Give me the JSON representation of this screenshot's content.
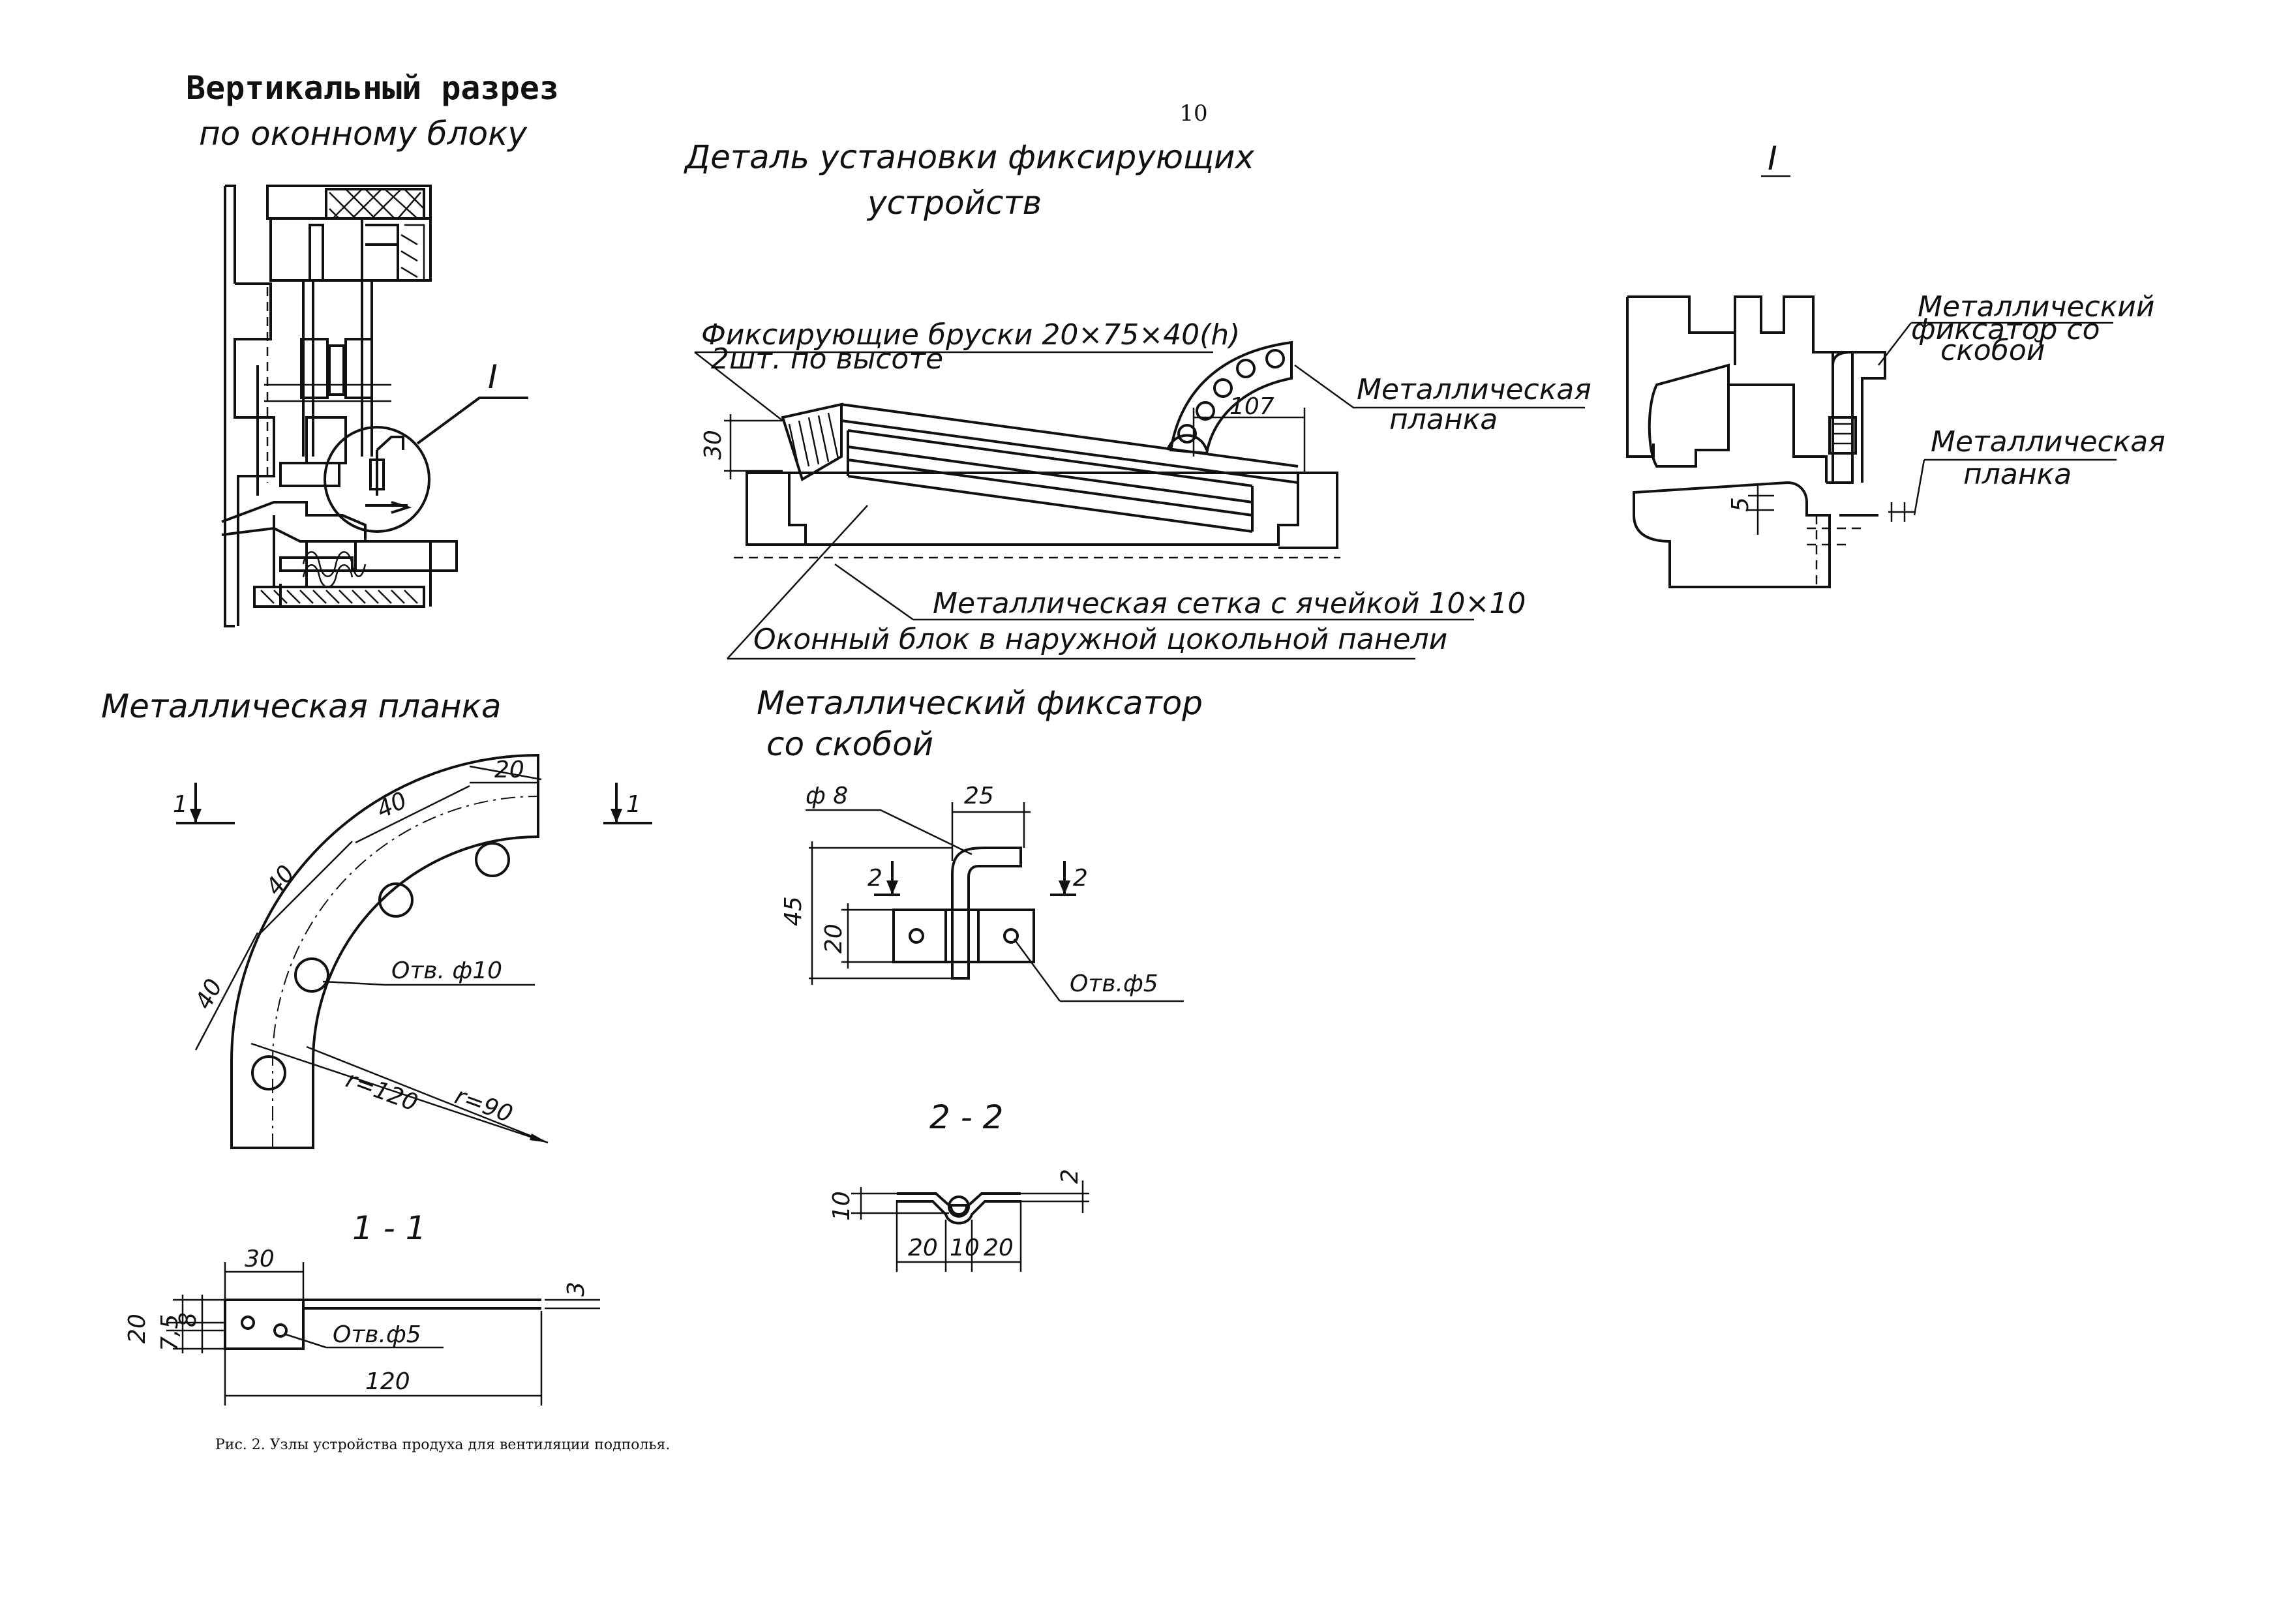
{
  "page_number": "10",
  "section_view": {
    "title_line1": "Вертикальный разрез",
    "title_line2": "по оконному блоку",
    "callout": "I"
  },
  "install_detail": {
    "title_line1": "Деталь установки фиксирующих",
    "title_line2": "устройств",
    "label_bars_line1": "Фиксирующие бруски 20×75×40(h)",
    "label_bars_line2": "2шт. по высоте",
    "label_plate_line1": "Металлическая",
    "label_plate_line2": "планка",
    "dim_107": "107",
    "dim_30": "30",
    "label_mesh": "Металлическая сетка с ячейкой 10×10",
    "label_window": "Оконный блок в наружной цокольной панели"
  },
  "detail_I": {
    "title": "I",
    "label_fixator_line1": "Металлический",
    "label_fixator_line2": "фиксатор со",
    "label_fixator_line3": "скобой",
    "label_plate_line1": "Металлическая",
    "label_plate_line2": "планка",
    "dim_5": "5"
  },
  "plate": {
    "title": "Металлическая планка",
    "cut_left": "1",
    "cut_right": "1",
    "dim_20": "20",
    "dim_40_top": "40",
    "dim_40_mid": "40",
    "dim_40_left": "40",
    "hole_label": "Отв. ф10",
    "r_outer": "r=120",
    "r_inner": "r=90"
  },
  "fixator": {
    "title_line1": "Металлический фиксатор",
    "title_line2": "со скобой",
    "dia_label": "ф 8",
    "dim_25": "25",
    "dim_45": "45",
    "dim_20": "20",
    "cut_left": "2",
    "cut_right": "2",
    "hole_label": "Отв.ф5"
  },
  "section_2_2": {
    "title": "2 - 2",
    "dim_10_v": "10",
    "dim_2": "2",
    "dim_20_left": "20",
    "dim_10": "10",
    "dim_20_right": "20"
  },
  "section_1_1": {
    "title": "1 - 1",
    "dim_30": "30",
    "dim_20": "20",
    "dim_7_5": "7,5",
    "dim_8": "8",
    "hole_label": "Отв.ф5",
    "dim_120": "120",
    "dim_3": "3"
  },
  "caption": "Рис. 2. Узлы устройства продуха для вентиляции подполья."
}
